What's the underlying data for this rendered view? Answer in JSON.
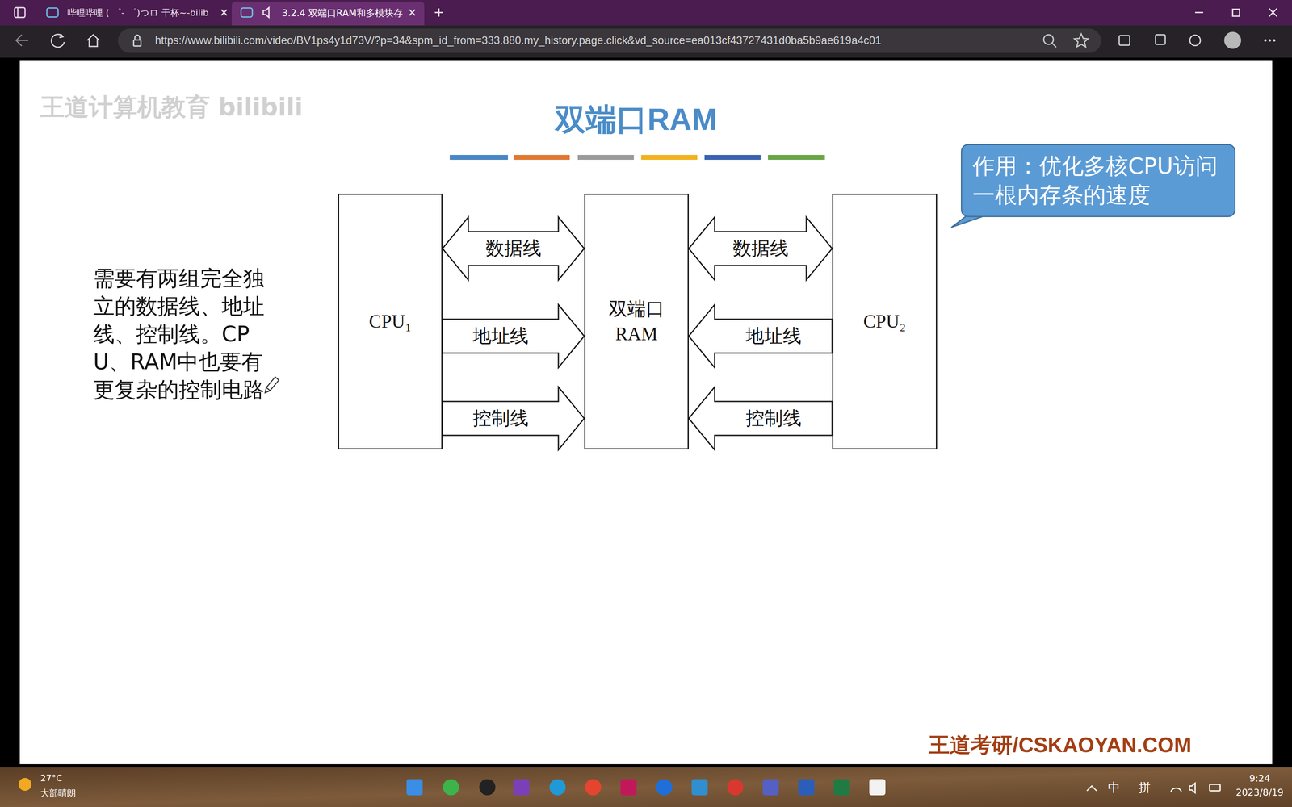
{
  "diagram": {
    "title": "双端口RAM",
    "nodes": [
      {
        "text": [
          "CPU₁"
        ]
      },
      {
        "text": [
          "双端口 RAM"
        ]
      },
      {
        "text": [
          "CPU₂"
        ]
      },
      {
        "text": [
          "作用：优化多核CPU访问一根内存条的速度"
        ]
      }
    ],
    "edges": [
      {
        "from": 0,
        "to": 1,
        "arrow": "both",
        "label": "数据线"
      },
      {
        "from": 0,
        "to": 1,
        "arrow": "to",
        "label": "地址线"
      },
      {
        "from": 0,
        "to": 1,
        "arrow": "to",
        "label": "控制线"
      },
      {
        "from": 2,
        "to": 1,
        "arrow": "both",
        "label": "数据线"
      },
      {
        "from": 2,
        "to": 1,
        "arrow": "to",
        "label": "地址线"
      },
      {
        "from": 2,
        "to": 1,
        "arrow": "to",
        "label": "控制线"
      }
    ],
    "labels": [
      "哔哩哔哩 ( ゜- ゜)つロ 干杯~-bilib",
      "3.2.4 双端口RAM和多模块存",
      "https://www.bilibili.com/video/BV1ps4y1d73V/?p=34&spm_id_from=333.880.my_history.page.click&vd_source=ea013cf43727431d0ba5b9ae619a4c01",
      "王道计算机教育 bilibili",
      "需要有两组完全独立的数据线、地址线、控制线。CPU、RAM中也要有更复杂的控制电路",
      "王道考研/CSKAOYAN.COM",
      "27°C",
      "大部晴朗",
      "中",
      "拼",
      "9:24",
      "2023/8/19"
    ]
  }
}
